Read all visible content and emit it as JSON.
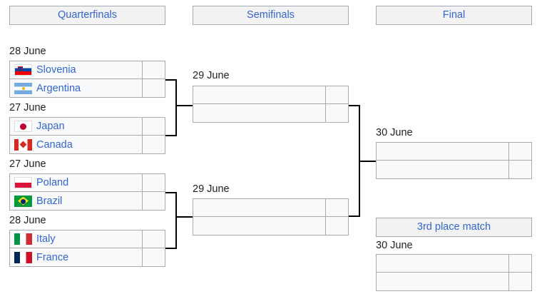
{
  "rounds": {
    "quarterfinals": "Quarterfinals",
    "semifinals": "Semifinals",
    "final": "Final",
    "third_place": "3rd place match"
  },
  "quarterfinals": [
    {
      "date": "28 June",
      "teams": [
        {
          "name": "Slovenia",
          "flag": "slovenia-flag",
          "score": ""
        },
        {
          "name": "Argentina",
          "flag": "argentina-flag",
          "score": ""
        }
      ]
    },
    {
      "date": "27 June",
      "teams": [
        {
          "name": "Japan",
          "flag": "japan-flag",
          "score": ""
        },
        {
          "name": "Canada",
          "flag": "canada-flag",
          "score": ""
        }
      ]
    },
    {
      "date": "27 June",
      "teams": [
        {
          "name": "Poland",
          "flag": "poland-flag",
          "score": ""
        },
        {
          "name": "Brazil",
          "flag": "brazil-flag",
          "score": ""
        }
      ]
    },
    {
      "date": "28 June",
      "teams": [
        {
          "name": "Italy",
          "flag": "italy-flag",
          "score": ""
        },
        {
          "name": "France",
          "flag": "france-flag",
          "score": ""
        }
      ]
    }
  ],
  "semifinals": [
    {
      "date": "29 June",
      "teams": [
        {
          "name": "",
          "score": ""
        },
        {
          "name": "",
          "score": ""
        }
      ]
    },
    {
      "date": "29 June",
      "teams": [
        {
          "name": "",
          "score": ""
        },
        {
          "name": "",
          "score": ""
        }
      ]
    }
  ],
  "final": {
    "date": "30 June",
    "teams": [
      {
        "name": "",
        "score": ""
      },
      {
        "name": "",
        "score": ""
      }
    ]
  },
  "third_place": {
    "date": "30 June",
    "teams": [
      {
        "name": "",
        "score": ""
      },
      {
        "name": "",
        "score": ""
      }
    ]
  },
  "colors": {
    "link": "#3366cc",
    "header_bg": "#f2f2f2",
    "cell_bg": "#f8f9fa",
    "border": "#aaaaaa",
    "connector": "#000000"
  }
}
